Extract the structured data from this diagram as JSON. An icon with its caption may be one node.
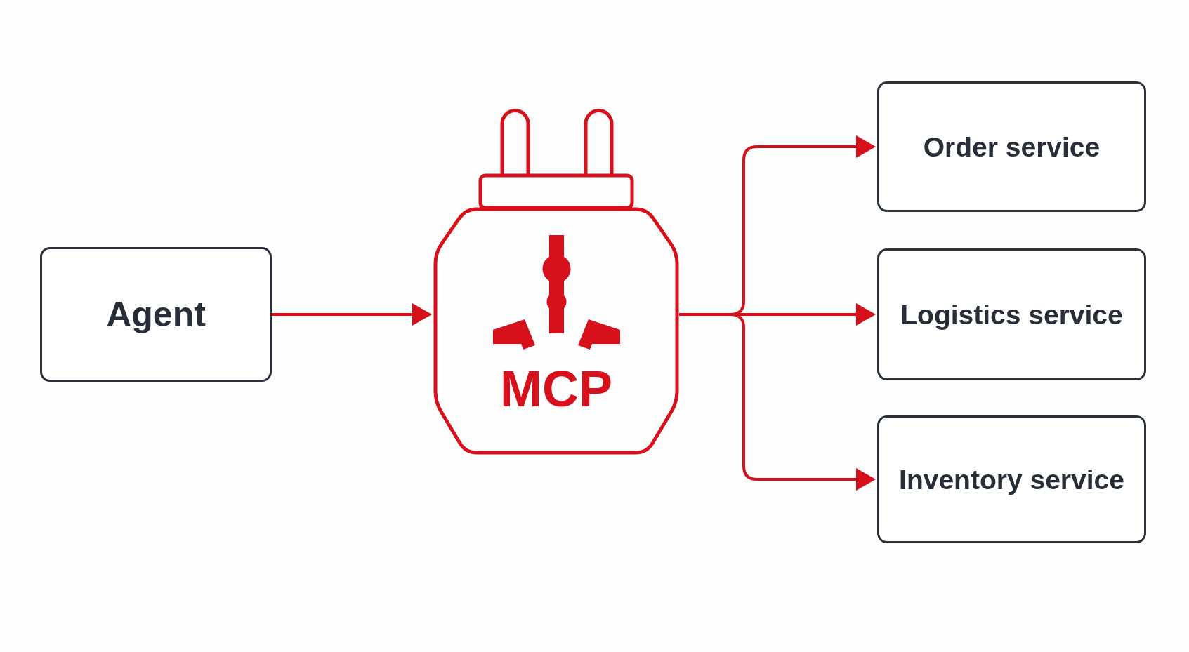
{
  "diagram": {
    "nodes": [
      {
        "text": [
          "Agent"
        ]
      },
      {
        "text": [
          "MCP"
        ]
      },
      {
        "text": [
          "Order service"
        ]
      },
      {
        "text": [
          "Logistics service"
        ]
      },
      {
        "text": [
          "Inventory service"
        ]
      }
    ],
    "edges": [
      {
        "from": 0,
        "to": 1,
        "arrow": "to"
      },
      {
        "from": 1,
        "to": 2,
        "arrow": "to"
      },
      {
        "from": 1,
        "to": 3,
        "arrow": "to"
      },
      {
        "from": 1,
        "to": 4,
        "arrow": "to"
      }
    ]
  }
}
